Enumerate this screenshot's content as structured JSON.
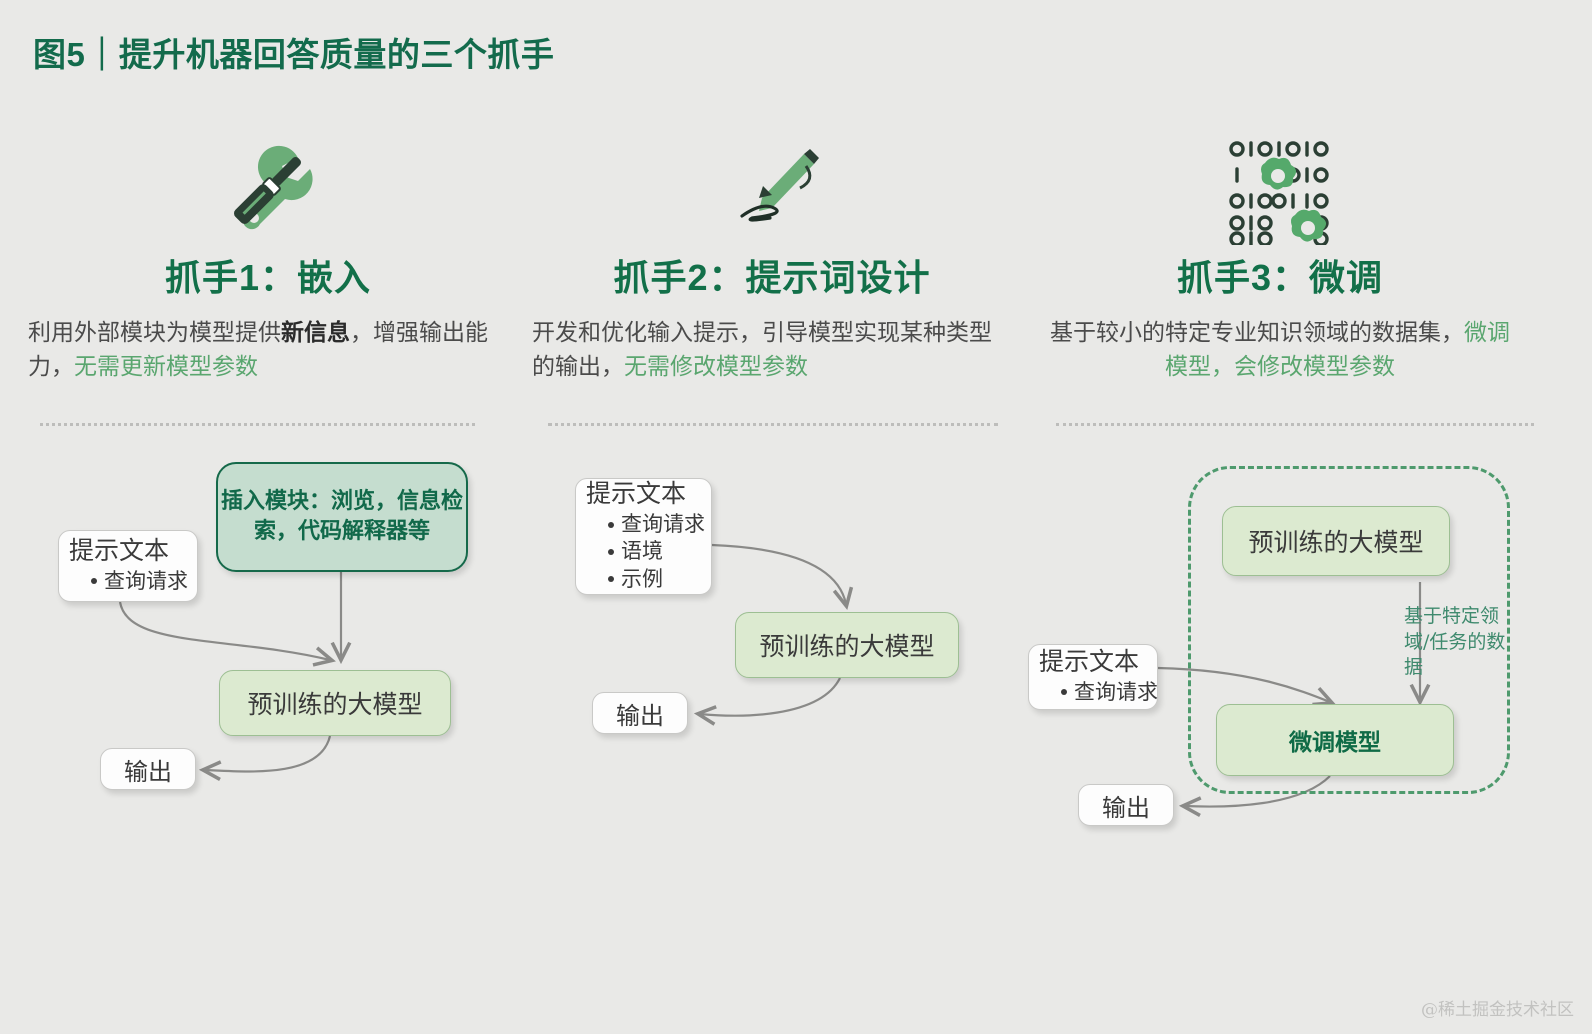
{
  "title": "图5｜提升机器回答质量的三个抓手",
  "colors": {
    "background": "#e9e9e7",
    "heading_green": "#127049",
    "accent_green": "#5aa66f",
    "dark_green": "#15694a",
    "box_green_fill": "#dcead0",
    "box_green_border": "#9dbf93",
    "note_green": "#3f8a6e"
  },
  "columns": [
    {
      "icon": "screwdriver-wrench-icon",
      "heading": "抓手1：嵌入",
      "desc_parts": [
        {
          "text": "利用外部模块为模型提供",
          "style": "normal"
        },
        {
          "text": "新信息",
          "style": "bold"
        },
        {
          "text": "，增强输出能力，",
          "style": "normal"
        },
        {
          "text": "无需更新模型参数",
          "style": "green"
        }
      ],
      "diagram": {
        "plugin_box": "插入模块：浏览，信息检索，代码解释器等",
        "prompt_box": {
          "title": "提示文本",
          "bullets": [
            "查询请求"
          ]
        },
        "model_box": "预训练的大模型",
        "output_box": "输出"
      }
    },
    {
      "icon": "pen-icon",
      "heading": "抓手2：提示词设计",
      "desc_parts": [
        {
          "text": "开发和优化输入提示，引导模型实现某种类型的输出，",
          "style": "normal"
        },
        {
          "text": "无需修改模型参数",
          "style": "green"
        }
      ],
      "diagram": {
        "prompt_box": {
          "title": "提示文本",
          "bullets": [
            "查询请求",
            "语境",
            "示例"
          ]
        },
        "model_box": "预训练的大模型",
        "output_box": "输出"
      }
    },
    {
      "icon": "binary-gear-icon",
      "heading": "抓手3：微调",
      "desc_parts": [
        {
          "text": "基于较小的特定专业知识领域的数据集，",
          "style": "normal"
        },
        {
          "text": "微调模型，会修改模型参数",
          "style": "green"
        }
      ],
      "diagram": {
        "pretrained_box": "预训练的大模型",
        "tuned_box": "微调模型",
        "side_note": "基于特定领域/任务的数据",
        "prompt_box": {
          "title": "提示文本",
          "bullets": [
            "查询请求"
          ]
        },
        "output_box": "输出"
      }
    }
  ],
  "watermark": "@稀土掘金技术社区"
}
